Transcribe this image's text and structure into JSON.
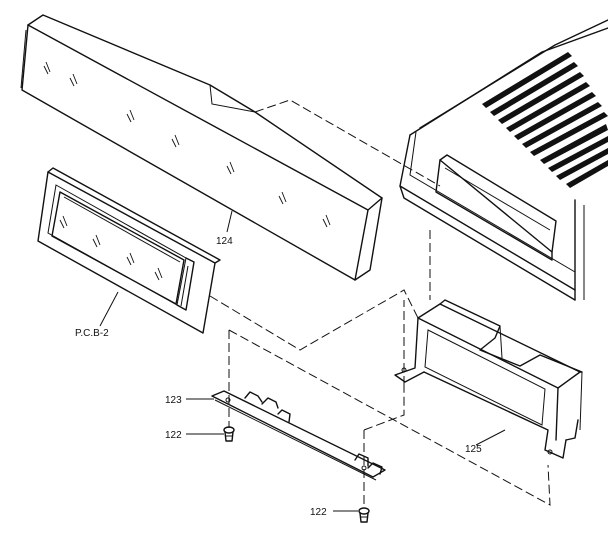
{
  "diagram": {
    "parts": [
      {
        "id": "pcb2",
        "label": "P.C.B-2"
      },
      {
        "id": "p124",
        "label": "124"
      },
      {
        "id": "p123",
        "label": "123"
      },
      {
        "id": "p122a",
        "label": "122"
      },
      {
        "id": "p122b",
        "label": "122"
      },
      {
        "id": "p125",
        "label": "125"
      }
    ]
  }
}
